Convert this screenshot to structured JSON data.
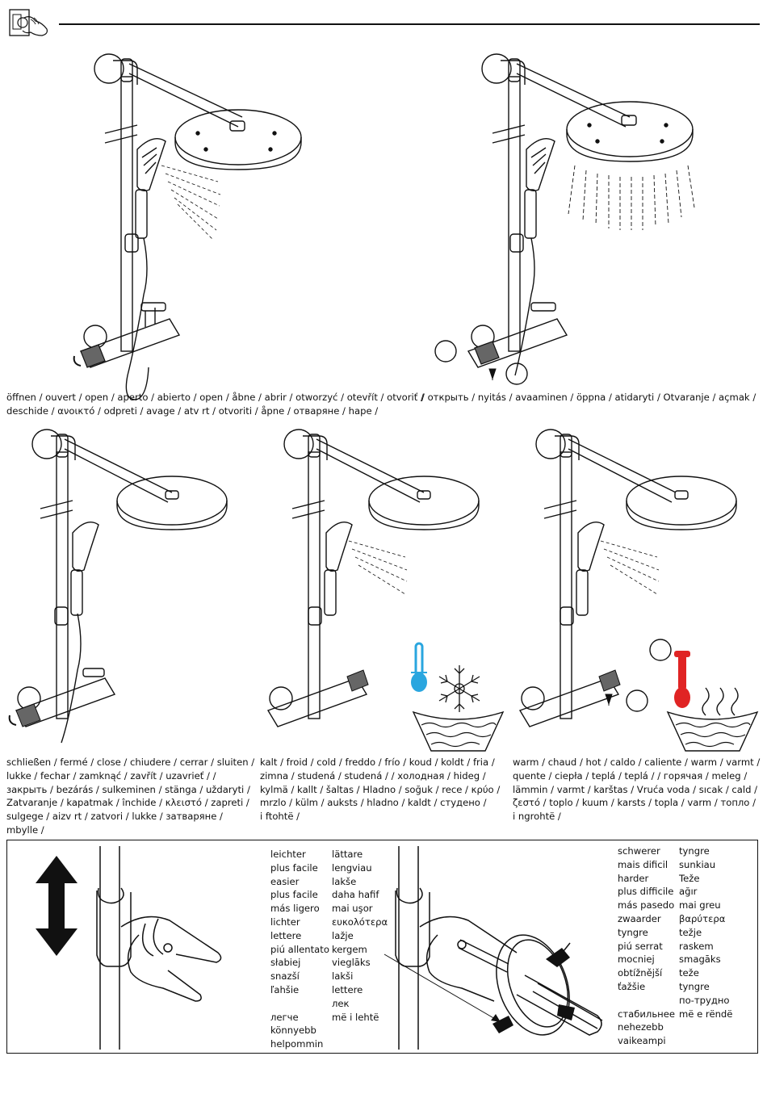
{
  "captions": {
    "open_left": [
      "öffnen / ouvert / open / aperto / abierto / open / åbne / abrir / otworzyć / otevřít / otvoriť /",
      "deschide / ανοικτό / odpreti / avage / atv  rt / otvoriti / åpne / отваряне / hape /"
    ],
    "open_right": [
      "/ открыть / nyitás / avaaminen / öppna / atidaryti / Otvaranje / açmak /"
    ],
    "close": [
      "schließen / fermé / close / chiudere / cerrar / sluiten /",
      "lukke / fechar / zamknąć / zavřít / uzavrieť /      /",
      "закрыть / bezárás / sulkeminen / stänga / uždaryti /",
      "Zatvaranje / kapatmak / închide / κλειστό / zapreti /",
      "sulgege / aizv  rt / zatvori / lukke / затваряне /",
      "mbylle /"
    ],
    "cold": [
      "kalt / froid / cold / freddo / frío / koud / koldt / fria /",
      "zimna / studená / studená /     / холодная / hideg /",
      "kylmä / kallt / šaltas / Hladno / soğuk / rece / κρύο /",
      "mrzlo / külm / auksts / hladno / kaldt / студено /",
      "i ftohtë /"
    ],
    "warm": [
      "warm / chaud / hot / caldo / caliente / warm / varmt /",
      "quente / ciepła / teplá / teplá /     / горячая / meleg /",
      "lämmin / varmt / karštas / Vruća voda / sıcak / cald /",
      "ζεστό / toplo / kuum / karsts / topla / varm / топло /",
      "i ngrohtë /"
    ]
  },
  "easier": {
    "col1": [
      "leichter",
      "plus facile",
      "easier",
      "plus facile",
      "más ligero",
      "lichter",
      "lettere",
      "piú allentato",
      "słabiej",
      "snazší",
      "ľahšie",
      "",
      "легче",
      "könnyebb",
      "helpommin"
    ],
    "col2": [
      "lättare",
      "lengviau",
      "lakše",
      "daha hafif",
      "mai uşor",
      "ευκολότερα",
      "lažje",
      "kergem",
      "vieglāks",
      "lakši",
      "lettere",
      "лек",
      "më i lehtë"
    ]
  },
  "harder": {
    "col1": [
      "schwerer",
      "mais dificil",
      "harder",
      "plus difficile",
      "más pasedo",
      "zwaarder",
      "tyngre",
      "piú serrat",
      "mocniej",
      "obtížnější",
      "ťažšie",
      "",
      "стабильнее",
      "nehezebb",
      "vaikeampi"
    ],
    "col2": [
      "tyngre",
      "sunkiau",
      "Teže",
      "ağır",
      "mai greu",
      "βαρύτερα",
      "težje",
      "raskem",
      "smagāks",
      "teže",
      "tyngre",
      "по-трудно",
      "më e rëndë"
    ]
  },
  "icons": [
    "hand-on-wall-icon",
    "shower-system-icon",
    "thermometer-cold-icon",
    "snowflake-icon",
    "thermometer-hot-icon",
    "water-basin-icon",
    "up-down-arrow-icon",
    "screwdriver-icon"
  ],
  "colors": {
    "cold": "#2aa6df",
    "hot": "#e02424",
    "handle": "#6b6b6b"
  }
}
